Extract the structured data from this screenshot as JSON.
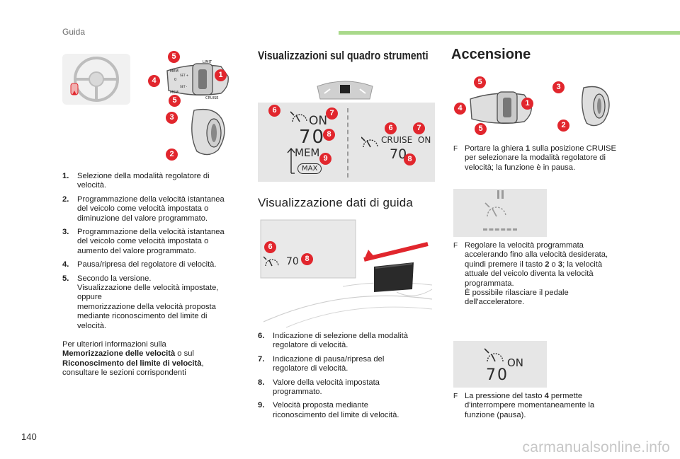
{
  "header": {
    "section": "Guida"
  },
  "page_number": "140",
  "watermark": "carmanualsonline.info",
  "stalk_labels": {
    "lim": "LIMIT",
    "mem": "MEM",
    "set_plus": "SET +",
    "set_minus": "SET -",
    "zero": "0",
    "cruise": "CRUISE"
  },
  "badges": {
    "b1": "1",
    "b2": "2",
    "b3": "3",
    "b4": "4",
    "b5": "5",
    "b6": "6",
    "b7": "7",
    "b8": "8",
    "b9": "9"
  },
  "left": {
    "items": [
      {
        "num": "1.",
        "text": "Selezione della modalità regolatore di\nvelocità."
      },
      {
        "num": "2.",
        "text": "Programmazione della velocità istantanea\ndel veicolo come velocità impostata o\ndiminuzione del valore programmato."
      },
      {
        "num": "3.",
        "text": "Programmazione della velocità istantanea\ndel veicolo come velocità impostata o\naumento del valore programmato."
      },
      {
        "num": "4.",
        "text": "Pausa/ripresa del regolatore di velocità."
      },
      {
        "num": "5.",
        "text": "Secondo la versione.\nVisualizzazione delle velocità impostate,\noppure\nmemorizzazione della velocità proposta\nmediante riconoscimento del limite di\nvelocità."
      }
    ],
    "info_intro": "Per ulteriori informazioni sulla",
    "info_bold1": "Memorizzazione delle velocità",
    "info_mid": " o sul",
    "info_bold2": "Riconoscimento del limite di velocità",
    "info_end": ",",
    "info_tail": "consultare le sezioni corrispondenti"
  },
  "middle": {
    "title1": "Visualizzazioni sul quadro strumenti",
    "title2": "Visualizzazione dati di guida",
    "display1": {
      "on": "ON",
      "speed": "70",
      "mem": "MEM",
      "max": "MAX"
    },
    "display2": {
      "cruise_on": "CRUISE  ON",
      "speed": "70"
    },
    "display3": {
      "speed": "70"
    },
    "items": [
      {
        "num": "6.",
        "text": "Indicazione di selezione della modalità\nregolatore di velocità."
      },
      {
        "num": "7.",
        "text": "Indicazione di pausa/ripresa del\nregolatore di velocità."
      },
      {
        "num": "8.",
        "text": "Valore della velocità impostata\nprogrammato."
      },
      {
        "num": "9.",
        "text": "Velocità proposta mediante\nriconoscimento del limite di velocità."
      }
    ]
  },
  "right": {
    "title": "Accensione",
    "bullet1_a": "Portare la ghiera ",
    "bullet1_b": "1",
    "bullet1_c": " sulla posizione CRUISE\nper selezionare la modalità regolatore di\nvelocità; la funzione è in pausa.",
    "bullet2_a": "Regolare la velocità programmata\naccelerando fino alla velocità desiderata,\nquindi premere il tasto ",
    "bullet2_b": "2",
    "bullet2_c": " o ",
    "bullet2_d": "3",
    "bullet2_e": "; la velocità\nattuale del veicolo diventa la velocità\nprogrammata.\nÈ possibile rilasciare il pedale\ndell'acceleratore.",
    "bullet3_a": "La pressione del tasto ",
    "bullet3_b": "4",
    "bullet3_c": " permette\nd'interrompere momentaneamente la\nfunzione (pausa).",
    "bullet_mark": "F",
    "display_on": {
      "on": "ON",
      "speed": "70"
    }
  },
  "colors": {
    "badge": "#e1262d",
    "accent_bar": "#a9d98a",
    "panel": "#e6e6e6"
  }
}
